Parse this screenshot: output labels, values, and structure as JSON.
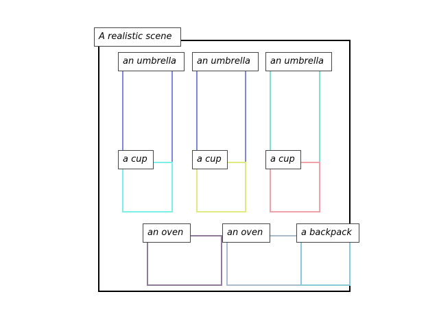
{
  "scene": {
    "title": "A realistic scene",
    "frame_color": "#000000",
    "objects": [
      {
        "label": "an umbrella",
        "color": "#7f86e0"
      },
      {
        "label": "an umbrella",
        "color": "#7f86e0"
      },
      {
        "label": "an umbrella",
        "color": "#7ae0d8"
      },
      {
        "label": "a cup",
        "color": "#7af0e8"
      },
      {
        "label": "a cup",
        "color": "#e0ea80"
      },
      {
        "label": "a cup",
        "color": "#f0a0a8"
      },
      {
        "label": "an oven",
        "color": "#8f7a9c"
      },
      {
        "label": "an oven",
        "color": "#aabbd0"
      },
      {
        "label": "a backpack",
        "color": "#88c8d8"
      }
    ]
  }
}
